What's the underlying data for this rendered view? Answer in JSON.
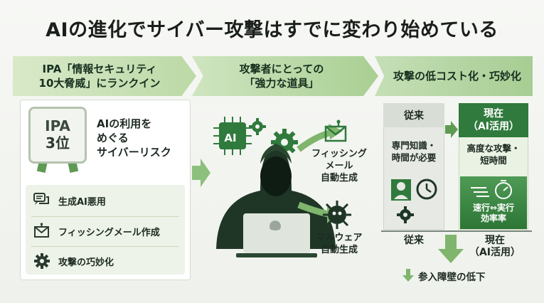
{
  "title": "AIの進化でサイバー攻撃はすでに変わり始めている",
  "headers": {
    "h1_line1": "IPA「情報セキュリティ",
    "h1_line2": "10大脅威」にランクイン",
    "h2_line1": "攻撃者にとっての",
    "h2_line2": "「強力な道具」",
    "h3": "攻撃の低コスト化・巧妙化"
  },
  "left": {
    "badge_line1": "IPA",
    "badge_line2": "3位",
    "risk_line1": "AIの利用を",
    "risk_line2": "めぐる",
    "risk_line3": "サイバーリスク",
    "items": [
      {
        "label": "生成AI悪用",
        "icon": "chat-icon"
      },
      {
        "label": "フィッシングメール作成",
        "icon": "mail-icon"
      },
      {
        "label": "攻撃の巧妙化",
        "icon": "gear-icon"
      }
    ]
  },
  "middle": {
    "ai_chip": "AI",
    "phishing_line1": "フィッシング",
    "phishing_line2": "メール",
    "phishing_line3": "自動生成",
    "malware_line1": "マルウェア",
    "malware_line2": "自動生成"
  },
  "right": {
    "old_head": "従来",
    "old_line1": "専門知識・",
    "old_line2": "時間が必要",
    "new_head_line1": "現在",
    "new_head_line2": "（AI活用）",
    "new_line1": "高度な攻撃・",
    "new_line2": "短時間",
    "speed_line1": "速行⇔実行",
    "speed_line2": "効率率",
    "axis_old": "従来",
    "axis_new_line1": "現在",
    "axis_new_line2": "（AI活用）",
    "barrier": "参入障壁の低下"
  },
  "colors": {
    "dark_green": "#2f7a3c",
    "mid_green": "#5f9a52",
    "light_green": "#cfe5c0"
  }
}
